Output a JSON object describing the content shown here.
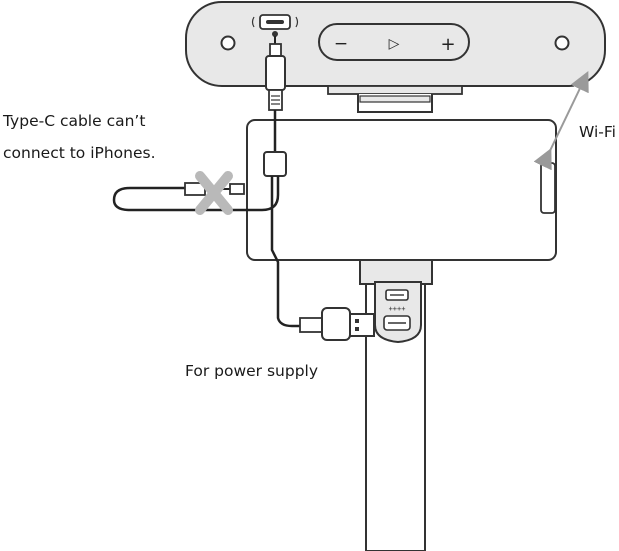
{
  "labels": {
    "typec_line1": "Type-C cable can’t",
    "typec_line2": "connect to iPhones.",
    "power": "For power supply",
    "wifi": "Wi-Fi"
  },
  "device_controls": {
    "minus": "−",
    "play": "▷",
    "plus": "+"
  },
  "colors": {
    "line": "#222222",
    "outline": "#333333",
    "fill_gray": "#e8e8e8",
    "x_mark": "#b9b9b9",
    "wifi_arrow": "#9a9a9a"
  }
}
